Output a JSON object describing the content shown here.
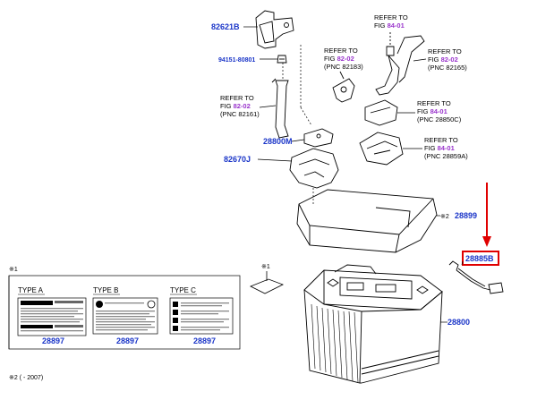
{
  "colors": {
    "part_number": "#1a35c8",
    "figure_ref": "#9933cc",
    "highlight": "#e00000",
    "line": "#000000"
  },
  "diagram": {
    "labels": {
      "p82621b": "82621B",
      "p94151": "94151-80801",
      "p28800m": "28800M",
      "p82670j": "82670J",
      "p28899": "28899",
      "p28885b": "28885B",
      "p28800": "28800",
      "p28897a": "28897",
      "p28897b": "28897",
      "p28897c": "28897"
    },
    "refs": {
      "r1": {
        "line1": "REFER TO",
        "fig_prefix": "FIG ",
        "fig": "84-01",
        "pnc": ""
      },
      "r2": {
        "line1": "REFER TO",
        "fig_prefix": "FIG ",
        "fig": "82-02",
        "pnc": "(PNC 82165)"
      },
      "r3": {
        "line1": "REFER TO",
        "fig_prefix": "FIG ",
        "fig": "82-02",
        "pnc": "(PNC 82183)"
      },
      "r4": {
        "line1": "REFER TO",
        "fig_prefix": "FIG ",
        "fig": "82-02",
        "pnc": "(PNC 82161)"
      },
      "r5": {
        "line1": "REFER TO",
        "fig_prefix": "FIG ",
        "fig": "84-01",
        "pnc": "(PNC 28850C)"
      },
      "r6": {
        "line1": "REFER TO",
        "fig_prefix": "FIG ",
        "fig": "84-01",
        "pnc": "(PNC 28859A)"
      }
    },
    "notes": {
      "mark1_box": "※1",
      "mark1_small": "※1",
      "mark2_inline": "※2",
      "footnote": "※2 (    - 2007)"
    },
    "types": [
      "TYPE A",
      "TYPE B",
      "TYPE C"
    ]
  }
}
